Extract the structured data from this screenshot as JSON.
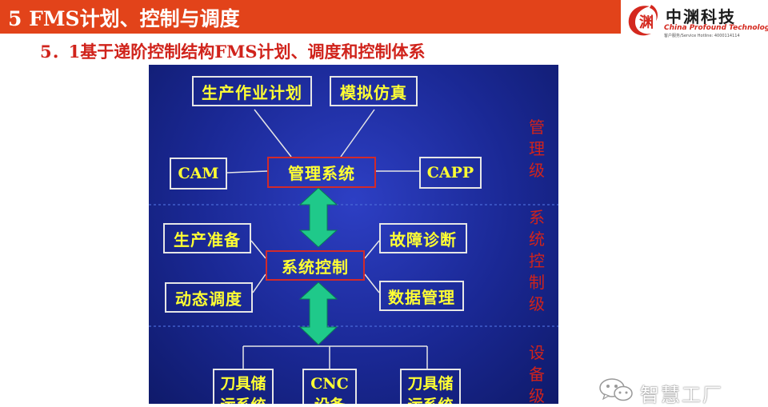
{
  "header": {
    "title": "5 FMS计划、控制与调度",
    "subtitle": "5．1基于递阶控制结构FMS计划、调度和控制体系"
  },
  "logo": {
    "chinese": "中渊科技",
    "english": "China Profound Technology",
    "hotline": "客户服务/Service Hotline: 4000114114",
    "mark_char": "渊"
  },
  "diagram": {
    "plan": "生产作业计划",
    "simulation": "模拟仿真",
    "cam": "CAM",
    "management_system": "管理系统",
    "capp": "CAPP",
    "production_prep": "生产准备",
    "fault_diagnosis": "故障诊断",
    "system_control": "系统控制",
    "dynamic_scheduling": "动态调度",
    "data_management": "数据管理",
    "tool_storage_1": "刀具储运系统",
    "cnc": "CNC设备",
    "tool_storage_2": "刀具储运系统",
    "arrow_color": "#1fc98a",
    "text_color": "#ffff33"
  },
  "levels": {
    "management": [
      "管",
      "理",
      "级"
    ],
    "system_control": [
      "系",
      "统",
      "控",
      "制",
      "级"
    ],
    "equipment": [
      "设",
      "备",
      "级"
    ]
  },
  "watermark": {
    "text": "智慧工厂",
    "icon": "wechat-icon"
  }
}
